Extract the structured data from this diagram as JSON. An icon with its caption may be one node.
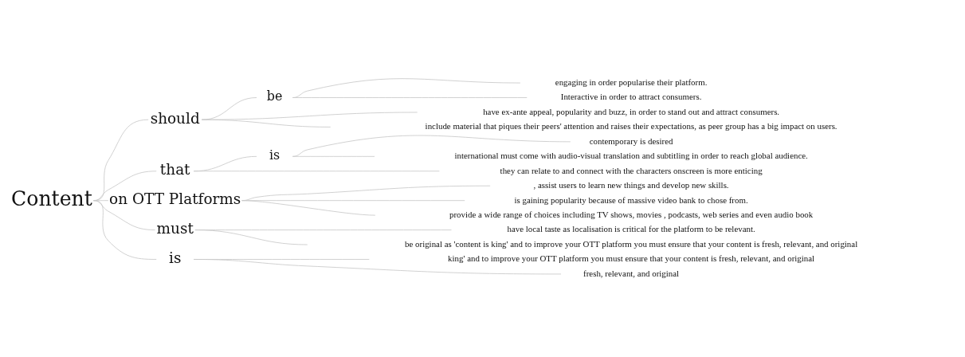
{
  "diagram": {
    "nodes": [
      {
        "text": [
          "Content"
        ]
      },
      {
        "text": [
          "should"
        ]
      },
      {
        "text": [
          "be"
        ]
      },
      {
        "text": [
          "engaging in order popularise their platform."
        ]
      },
      {
        "text": [
          "Interactive in order to attract consumers."
        ]
      },
      {
        "text": [
          "have ex-ante appeal, popularity and buzz, in order to stand out and attract consumers."
        ]
      },
      {
        "text": [
          "include material that piques their peers' attention and raises their expectations, as peer group has a big impact on users."
        ]
      },
      {
        "text": [
          "that"
        ]
      },
      {
        "text": [
          "is"
        ]
      },
      {
        "text": [
          "contemporary is desired"
        ]
      },
      {
        "text": [
          "international must come with audio-visual translation and subtitling in order to reach global audience."
        ]
      },
      {
        "text": [
          "they can relate to and connect with the characters onscreen is more enticing"
        ]
      },
      {
        "text": [
          "on OTT Platforms"
        ]
      },
      {
        "text": [
          ", assist users to learn new things and develop new skills."
        ]
      },
      {
        "text": [
          "is gaining popularity because of massive video bank to chose from."
        ]
      },
      {
        "text": [
          "provide a wide range of choices including TV shows, movies , podcasts, web series and even audio book"
        ]
      },
      {
        "text": [
          "must"
        ]
      },
      {
        "text": [
          "have local taste as localisation is critical for the platform to be relevant."
        ]
      },
      {
        "text": [
          "be original as 'content is king' and to improve your OTT platform you must ensure that your content is fresh, relevant, and original"
        ]
      },
      {
        "text": [
          "is"
        ]
      },
      {
        "text": [
          "king' and to improve your OTT platform you must ensure that your content is fresh, relevant, and original"
        ]
      },
      {
        "text": [
          "fresh, relevant, and original"
        ]
      }
    ],
    "edges": [
      {
        "from": 0,
        "to": 1,
        "arrow": "none"
      },
      {
        "from": 1,
        "to": 2,
        "arrow": "none"
      },
      {
        "from": 2,
        "to": 3,
        "arrow": "none"
      },
      {
        "from": 2,
        "to": 4,
        "arrow": "none"
      },
      {
        "from": 1,
        "to": 5,
        "arrow": "none"
      },
      {
        "from": 1,
        "to": 6,
        "arrow": "none"
      },
      {
        "from": 0,
        "to": 7,
        "arrow": "none"
      },
      {
        "from": 7,
        "to": 8,
        "arrow": "none"
      },
      {
        "from": 8,
        "to": 9,
        "arrow": "none"
      },
      {
        "from": 8,
        "to": 10,
        "arrow": "none"
      },
      {
        "from": 7,
        "to": 11,
        "arrow": "none"
      },
      {
        "from": 0,
        "to": 12,
        "arrow": "none"
      },
      {
        "from": 12,
        "to": 13,
        "arrow": "none"
      },
      {
        "from": 12,
        "to": 14,
        "arrow": "none"
      },
      {
        "from": 12,
        "to": 15,
        "arrow": "none"
      },
      {
        "from": 0,
        "to": 16,
        "arrow": "none"
      },
      {
        "from": 16,
        "to": 17,
        "arrow": "none"
      },
      {
        "from": 16,
        "to": 18,
        "arrow": "none"
      },
      {
        "from": 0,
        "to": 19,
        "arrow": "none"
      },
      {
        "from": 19,
        "to": 20,
        "arrow": "none"
      },
      {
        "from": 19,
        "to": 21,
        "arrow": "none"
      }
    ]
  }
}
